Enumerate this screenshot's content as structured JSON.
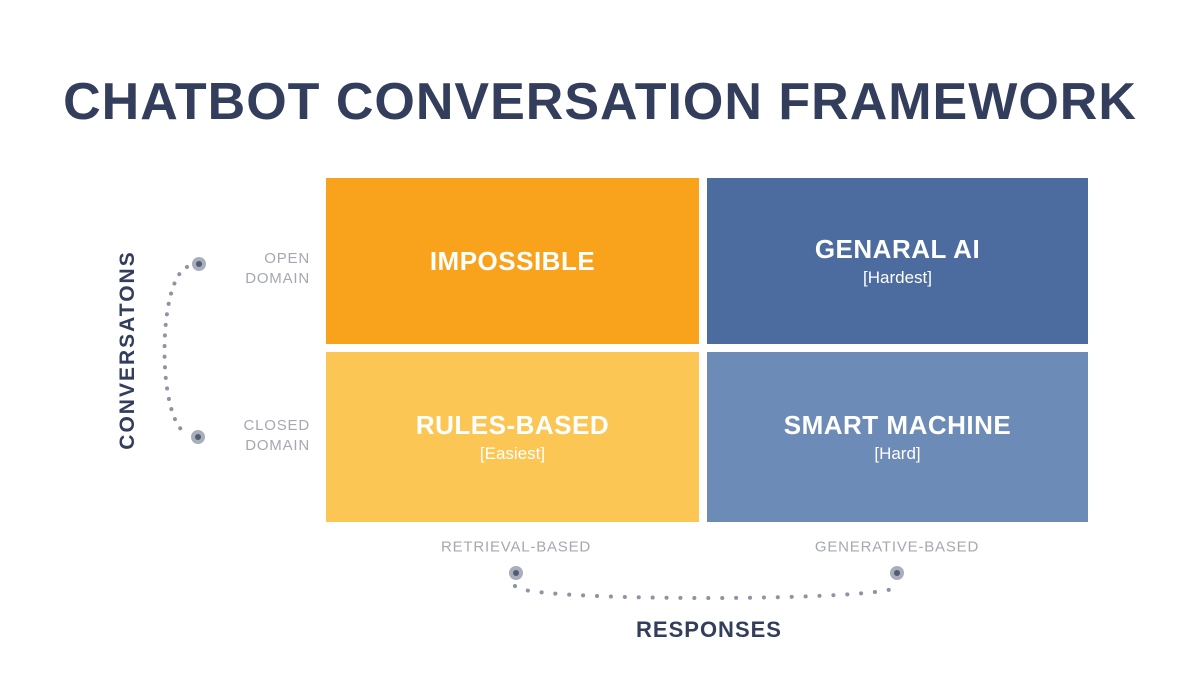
{
  "title": "CHATBOT CONVERSATION FRAMEWORK",
  "colors": {
    "title_text": "#333D5C",
    "muted_label": "#A5A8B0",
    "dot": "#8E94A3",
    "dot_core": "#525B71",
    "background": "#FFFFFF"
  },
  "matrix": {
    "quadrants": [
      {
        "id": "impossible",
        "label": "IMPOSSIBLE",
        "sublabel": "",
        "color": "#F9A21C"
      },
      {
        "id": "genaral-ai",
        "label": "GENARAL AI",
        "sublabel": "[Hardest]",
        "color": "#4C6C9F"
      },
      {
        "id": "rules-based",
        "label": "RULES-BASED",
        "sublabel": "[Easiest]",
        "color": "#FBC653"
      },
      {
        "id": "smart-machine",
        "label": "SMART MACHINE",
        "sublabel": "[Hard]",
        "color": "#6D8BB7"
      }
    ]
  },
  "y_axis": {
    "title": "CONVERSATONS",
    "labels": [
      {
        "lines": [
          "OPEN",
          "DOMAIN"
        ]
      },
      {
        "lines": [
          "CLOSED",
          "DOMAIN"
        ]
      }
    ]
  },
  "x_axis": {
    "title": "RESPONSES",
    "labels": [
      "RETRIEVAL-BASED",
      "GENERATIVE-BASED"
    ]
  }
}
